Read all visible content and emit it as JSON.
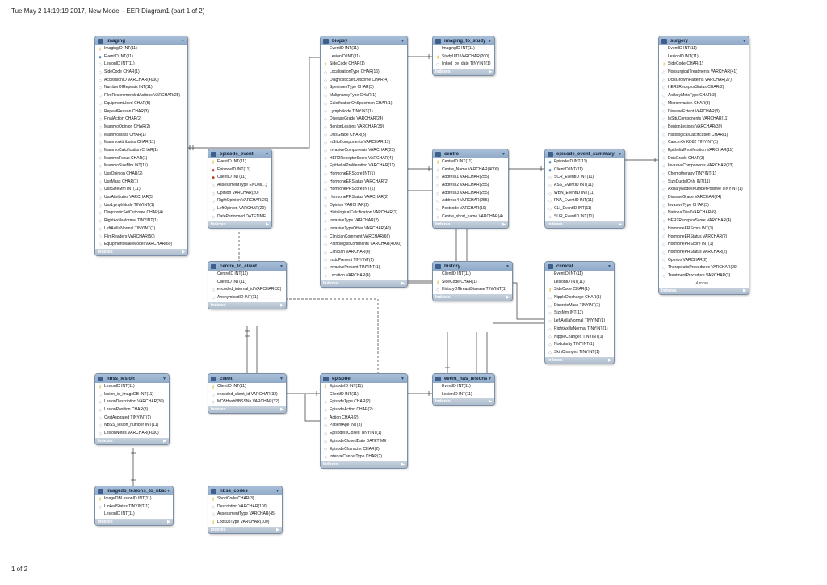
{
  "header": "Tue May  2 14:19:19 2017, New Model - EER Diagram1 (part 1 of 2)",
  "footer": "1 of 2",
  "indexes_label": "Indexes",
  "tables": [
    {
      "id": "imaging",
      "name": "imaging",
      "columns": [
        {
          "icon": "pk",
          "text": "ImagingID INT(11)"
        },
        {
          "icon": "nn",
          "text": "EventID INT(11)"
        },
        {
          "icon": "nl",
          "text": "LesionID INT(11)"
        },
        {
          "icon": "nl",
          "text": "SideCode CHAR(1)"
        },
        {
          "icon": "nl",
          "text": "AccessionID VARCHAR(4000)"
        },
        {
          "icon": "nl",
          "text": "NumberOfRepeats INT(11)"
        },
        {
          "icon": "nl",
          "text": "FilmRecommendedActions VARCHAR(25)"
        },
        {
          "icon": "nl",
          "text": "EquipmentUsed CHAR(5)"
        },
        {
          "icon": "nl",
          "text": "RepeatReason CHAR(3)"
        },
        {
          "icon": "nl",
          "text": "FinalAction CHAR(2)"
        },
        {
          "icon": "nl",
          "text": "MammoOpinion CHAR(2)"
        },
        {
          "icon": "nl",
          "text": "MammoMass CHAR(1)"
        },
        {
          "icon": "nl",
          "text": "MammoAttributes CHAR(11)"
        },
        {
          "icon": "nl",
          "text": "MammoCalcification CHAR(1)"
        },
        {
          "icon": "nl",
          "text": "MammoFocus CHAR(1)"
        },
        {
          "icon": "nl",
          "text": "MammoSizeMm INT(11)"
        },
        {
          "icon": "nl",
          "text": "UssOpinion CHAR(2)"
        },
        {
          "icon": "nl",
          "text": "UssMass CHAR(1)"
        },
        {
          "icon": "nl",
          "text": "UssSizeMm INT(11)"
        },
        {
          "icon": "nl",
          "text": "UssAttributes VARCHAR(5)"
        },
        {
          "icon": "nl",
          "text": "UssLymphNode TINYINT(1)"
        },
        {
          "icon": "nl",
          "text": "DiagnosticSetOutcome CHAR(4)"
        },
        {
          "icon": "nl",
          "text": "RightAxillaNormal TINYINT(1)"
        },
        {
          "icon": "nl",
          "text": "LeftAxillaNormal TINYINT(1)"
        },
        {
          "icon": "nl",
          "text": "FilmReaders VARCHAR(50)"
        },
        {
          "icon": "nl",
          "text": "EquipmentMakeModel VARCHAR(60)"
        }
      ]
    },
    {
      "id": "biopsy",
      "name": "biopsy",
      "columns": [
        {
          "icon": "none",
          "text": "EventID INT(11)"
        },
        {
          "icon": "none",
          "text": "LesionID INT(11)"
        },
        {
          "icon": "pk",
          "text": "SideCode CHAR(1)"
        },
        {
          "icon": "nl",
          "text": "LocalisationType CHAR(16)"
        },
        {
          "icon": "nl",
          "text": "DiagnosticSetOutcome CHAR(4)"
        },
        {
          "icon": "nl",
          "text": "SpecimenType CHAR(3)"
        },
        {
          "icon": "nl",
          "text": "MalignancyType CHAR(1)"
        },
        {
          "icon": "nl",
          "text": "CalcificationOnSpecimen CHAR(1)"
        },
        {
          "icon": "nl",
          "text": "LymphNode TINYINT(1)"
        },
        {
          "icon": "nl",
          "text": "DiseaseGrade VARCHAR(24)"
        },
        {
          "icon": "nl",
          "text": "BenignLesions VARCHAR(39)"
        },
        {
          "icon": "nl",
          "text": "DcisGrade CHAR(3)"
        },
        {
          "icon": "nl",
          "text": "InSituComponents VARCHAR(11)"
        },
        {
          "icon": "nl",
          "text": "InvasiveComponents VARCHAR(23)"
        },
        {
          "icon": "nl",
          "text": "HER2ReceptorScore VARCHAR(4)"
        },
        {
          "icon": "nl",
          "text": "EpithelialProliferation VARCHAR(11)"
        },
        {
          "icon": "nl",
          "text": "HormoneERScore INT(1)"
        },
        {
          "icon": "nl",
          "text": "HormoneERStatus VARCHAR(2)"
        },
        {
          "icon": "nl",
          "text": "HormonePRScore INT(1)"
        },
        {
          "icon": "nl",
          "text": "HormonePRStatus VARCHAR(2)"
        },
        {
          "icon": "nl",
          "text": "Opinion VARCHAR(2)"
        },
        {
          "icon": "nl",
          "text": "HistologicalCalcification VARCHAR(1)"
        },
        {
          "icon": "nl",
          "text": "InvasiveType VARCHAR(2)"
        },
        {
          "icon": "nl",
          "text": "InvasiveTypeOther VARCHAR(40)"
        },
        {
          "icon": "nl",
          "text": "ClinicianComment VARCHAR(66)"
        },
        {
          "icon": "nl",
          "text": "PathologistComments VARCHAR(4000)"
        },
        {
          "icon": "nl",
          "text": "Clinician VARCHAR(4)"
        },
        {
          "icon": "nl",
          "text": "InstuPresent TINYINT(1)"
        },
        {
          "icon": "nl",
          "text": "InvasivePresent TINYINT(1)"
        },
        {
          "icon": "nl",
          "text": "Location VARCHAR(4)"
        }
      ]
    },
    {
      "id": "imaging_to_study",
      "name": "imaging_to_study",
      "columns": [
        {
          "icon": "none",
          "text": "ImagingID INT(11)"
        },
        {
          "icon": "pk",
          "text": "StudyUID VARCHAR(200)"
        },
        {
          "icon": "nl",
          "text": "linked_by_date TINYINT(1)"
        }
      ]
    },
    {
      "id": "surgery",
      "name": "surgery",
      "columns": [
        {
          "icon": "none",
          "text": "EventID INT(11)"
        },
        {
          "icon": "none",
          "text": "LesionID INT(11)"
        },
        {
          "icon": "pk",
          "text": "SideCode CHAR(1)"
        },
        {
          "icon": "nl",
          "text": "NonsurgicalTreatments VARCHAR(41)"
        },
        {
          "icon": "nl",
          "text": "DcisGrowthPatterns VARCHAR(27)"
        },
        {
          "icon": "nl",
          "text": "HER2ReceptorStatus CHAR(2)"
        },
        {
          "icon": "nl",
          "text": "AxillaryMetsType CHAR(3)"
        },
        {
          "icon": "nl",
          "text": "Microinvasion CHAR(3)"
        },
        {
          "icon": "nl",
          "text": "DiseaseExtent VARCHAR(3)"
        },
        {
          "icon": "nl",
          "text": "InSituComponents VARCHAR(11)"
        },
        {
          "icon": "nl",
          "text": "BenignLesions VARCHAR(39)"
        },
        {
          "icon": "nl",
          "text": "HistologicalCalcification CHAR(1)"
        },
        {
          "icon": "nl",
          "text": "CancerOnKD82 TINYINT(1)"
        },
        {
          "icon": "nl",
          "text": "EpithelialProliferation VARCHAR(11)"
        },
        {
          "icon": "nl",
          "text": "DcisGrade CHAR(3)"
        },
        {
          "icon": "nl",
          "text": "InvasiveComponents VARCHAR(23)"
        },
        {
          "icon": "nl",
          "text": "Chemotherapy TINYINT(1)"
        },
        {
          "icon": "nl",
          "text": "SizeDuctalOnly INT(11)"
        },
        {
          "icon": "nl",
          "text": "AxillaryNodesNumberPositive TINYINT(1)"
        },
        {
          "icon": "nl",
          "text": "DiseaseGrade VARCHAR(24)"
        },
        {
          "icon": "nl",
          "text": "InvasiveType CHAR(3)"
        },
        {
          "icon": "nl",
          "text": "NationalTrial VARCHAR(6)"
        },
        {
          "icon": "nl",
          "text": "HER2ReceptorScore VARCHAR(4)"
        },
        {
          "icon": "nl",
          "text": "HormoneERScore INT(1)"
        },
        {
          "icon": "nl",
          "text": "HormoneERStatus VARCHAR(2)"
        },
        {
          "icon": "nl",
          "text": "HormonePRScore INT(1)"
        },
        {
          "icon": "nl",
          "text": "HormonePRStatus VARCHAR(2)"
        },
        {
          "icon": "nl",
          "text": "Opinion VARCHAR(2)"
        },
        {
          "icon": "nl",
          "text": "TherapeuticProcedures VARCHAR(29)"
        },
        {
          "icon": "nl",
          "text": "TreatmentProcedure VARCHAR(3)"
        }
      ],
      "more": "4 more..."
    },
    {
      "id": "episode_event",
      "name": "episode_event",
      "columns": [
        {
          "icon": "pk",
          "text": "EventID INT(11)"
        },
        {
          "icon": "fk",
          "text": "EpisodeID INT(11)"
        },
        {
          "icon": "fk",
          "text": "ClientID INT(11)"
        },
        {
          "icon": "nl",
          "text": "AssessmentType ENUM(...)"
        },
        {
          "icon": "nl",
          "text": "Opinion VARCHAR(20)"
        },
        {
          "icon": "nl",
          "text": "RightOpinion VARCHAR(20)"
        },
        {
          "icon": "nl",
          "text": "LeftOpinion VARCHAR(20)"
        },
        {
          "icon": "nl",
          "text": "DatePerformed DATETIME"
        }
      ]
    },
    {
      "id": "centre",
      "name": "centre",
      "columns": [
        {
          "icon": "pk",
          "text": "CentreID INT(11)"
        },
        {
          "icon": "nl",
          "text": "Centre_Name VARCHAR(4000)"
        },
        {
          "icon": "nl",
          "text": "Address1 VARCHAR(255)"
        },
        {
          "icon": "nl",
          "text": "Address2 VARCHAR(255)"
        },
        {
          "icon": "nl",
          "text": "Address3 VARCHAR(255)"
        },
        {
          "icon": "nl",
          "text": "Address4 VARCHAR(255)"
        },
        {
          "icon": "nl",
          "text": "Postcode VARCHAR(10)"
        },
        {
          "icon": "nl",
          "text": "Centre_short_name VARCHAR(4)"
        }
      ]
    },
    {
      "id": "episode_event_summary",
      "name": "episode_event_summary",
      "columns": [
        {
          "icon": "nn",
          "text": "EpisodeID INT(11)"
        },
        {
          "icon": "nn",
          "text": "ClientID INT(11)"
        },
        {
          "icon": "nl",
          "text": "SCR_EventID INT(11)"
        },
        {
          "icon": "nl",
          "text": "ASS_EventID INT(11)"
        },
        {
          "icon": "nl",
          "text": "WBN_EventID INT(11)"
        },
        {
          "icon": "nl",
          "text": "FNA_EventID INT(11)"
        },
        {
          "icon": "nl",
          "text": "CLI_EventID INT(11)"
        },
        {
          "icon": "nl",
          "text": "SUR_EventID INT(11)"
        }
      ]
    },
    {
      "id": "centre_to_client",
      "name": "centre_to_client",
      "columns": [
        {
          "icon": "none",
          "text": "CentreID INT(11)"
        },
        {
          "icon": "none",
          "text": "ClientID INT(11)"
        },
        {
          "icon": "nl",
          "text": "encoded_internal_id VARCHAR(32)"
        },
        {
          "icon": "nl",
          "text": "AnonymisedID INT(11)"
        }
      ]
    },
    {
      "id": "history",
      "name": "history",
      "columns": [
        {
          "icon": "none",
          "text": "ClientID INT(11)"
        },
        {
          "icon": "pk",
          "text": "SideCode CHAR(1)"
        },
        {
          "icon": "nl",
          "text": "HistoryOfBreastDisease TINYINT(1)"
        }
      ]
    },
    {
      "id": "clinical",
      "name": "clinical",
      "columns": [
        {
          "icon": "none",
          "text": "EventID INT(11)"
        },
        {
          "icon": "none",
          "text": "LesionID INT(11)"
        },
        {
          "icon": "pk",
          "text": "SideCode CHAR(1)"
        },
        {
          "icon": "nl",
          "text": "NippleDischarge CHAR(1)"
        },
        {
          "icon": "nl",
          "text": "DiscreteMass TINYINT(1)"
        },
        {
          "icon": "nl",
          "text": "SizeMm INT(11)"
        },
        {
          "icon": "nl",
          "text": "LeftAxillaNormal TINYINT(1)"
        },
        {
          "icon": "nl",
          "text": "RightAxillaNormal TINYINT(1)"
        },
        {
          "icon": "nl",
          "text": "NippleChanges TINYINT(1)"
        },
        {
          "icon": "nl",
          "text": "Nodularity TINYINT(1)"
        },
        {
          "icon": "nl",
          "text": "SkinChanges TINYINT(1)"
        }
      ]
    },
    {
      "id": "nbss_lesion",
      "name": "nbss_lesion",
      "columns": [
        {
          "icon": "pk",
          "text": "LesionID INT(11)"
        },
        {
          "icon": "nl",
          "text": "lesion_id_imageDB INT(11)"
        },
        {
          "icon": "nl",
          "text": "LesionDescription VARCHAR(30)"
        },
        {
          "icon": "nl",
          "text": "LesionPosition CHAR(3)"
        },
        {
          "icon": "nl",
          "text": "CystAspirated TINYINT(1)"
        },
        {
          "icon": "nl",
          "text": "NBSS_lesion_number INT(11)"
        },
        {
          "icon": "nl",
          "text": "LesionNotes VARCHAR(4000)"
        }
      ]
    },
    {
      "id": "client",
      "name": "client",
      "columns": [
        {
          "icon": "pk",
          "text": "ClientID INT(11)"
        },
        {
          "icon": "nl",
          "text": "encoded_client_id VARCHAR(32)"
        },
        {
          "icon": "nl",
          "text": "MD5HashNBSSNo VARCHAR(32)"
        }
      ]
    },
    {
      "id": "episode",
      "name": "episode",
      "columns": [
        {
          "icon": "pk",
          "text": "EpisodeID INT(11)"
        },
        {
          "icon": "none",
          "text": "ClientID INT(11)"
        },
        {
          "icon": "nl",
          "text": "EpisodeType CHAR(2)"
        },
        {
          "icon": "nl",
          "text": "EpisodeAction CHAR(2)"
        },
        {
          "icon": "nl",
          "text": "Action CHAR(2)"
        },
        {
          "icon": "nl",
          "text": "PatientAge INT(3)"
        },
        {
          "icon": "nl",
          "text": "EpisodeIsClosed TINYINT(1)"
        },
        {
          "icon": "nl",
          "text": "EpisodeClosedDate DATETIME"
        },
        {
          "icon": "nl",
          "text": "EpisodeCharacter CHAR(2)"
        },
        {
          "icon": "nl",
          "text": "IntervalCancerType CHAR(2)"
        }
      ]
    },
    {
      "id": "event_has_lesions",
      "name": "event_has_lesions",
      "columns": [
        {
          "icon": "none",
          "text": "EventID INT(11)"
        },
        {
          "icon": "none",
          "text": "LesionID INT(11)"
        }
      ]
    },
    {
      "id": "imagedb_lesions_to_nbss",
      "name": "imagedb_lesions_to_nbss",
      "columns": [
        {
          "icon": "pk",
          "text": "ImageDBLesionID INT(11)"
        },
        {
          "icon": "nl",
          "text": "LinkedStatus TINYINT(1)"
        },
        {
          "icon": "none",
          "text": "LesionID INT(11)"
        }
      ]
    },
    {
      "id": "nbss_codes",
      "name": "nbss_codes",
      "columns": [
        {
          "icon": "pk",
          "text": "ShortCode CHAR(3)"
        },
        {
          "icon": "nl",
          "text": "Description VARCHAR(100)"
        },
        {
          "icon": "nl",
          "text": "AssessmentType VARCHAR(45)"
        },
        {
          "icon": "pk",
          "text": "LookupType VARCHAR(100)"
        }
      ]
    }
  ]
}
